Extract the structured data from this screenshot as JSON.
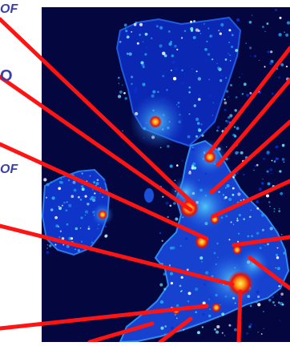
{
  "map": {
    "label_fragments": [
      "OF",
      "O",
      "OF"
    ],
    "colors": {
      "ocean": "#04063f",
      "land_low": "#0c2fd4",
      "land_mid": "#27a8f0",
      "land_high": "#7ff0ff",
      "hot_yellow": "#ffd21a",
      "hot_orange": "#ff6a10",
      "hot_red": "#d80c0c",
      "pointer_line": "#ff1414",
      "label_text": "#3b3fa8"
    }
  }
}
